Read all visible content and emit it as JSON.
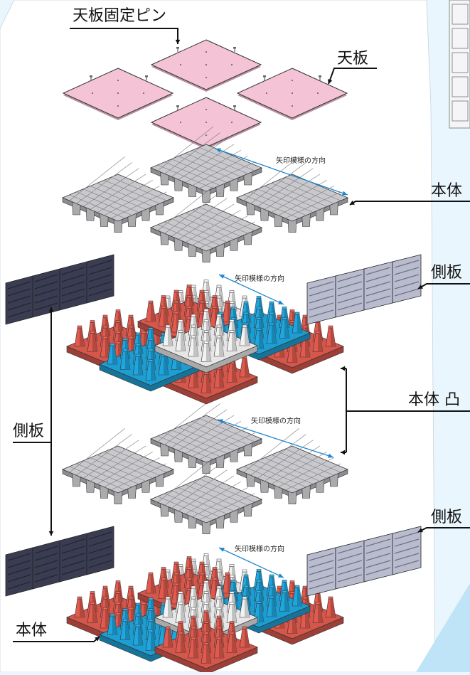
{
  "labels": {
    "top_pin": "天板固定ピン",
    "top_plate": "天板",
    "body_upper": "本体",
    "side_plate_right_1": "側板",
    "body_convex": "本体 凸",
    "side_plate_left": "側板",
    "side_plate_right_2": "側板",
    "body_bottom": "本体"
  },
  "arrow_text": "矢印模様の方向",
  "colors": {
    "top_plate": "#f4c3d6",
    "gray_body": "#c9c9cd",
    "red_body": "#e05a4e",
    "blue_body": "#1fa6de",
    "white_body": "#f2f2f2",
    "side_panel_dark": "#3a3d52",
    "side_panel_light": "#b9bccf",
    "arrow": "#1e86d0"
  }
}
